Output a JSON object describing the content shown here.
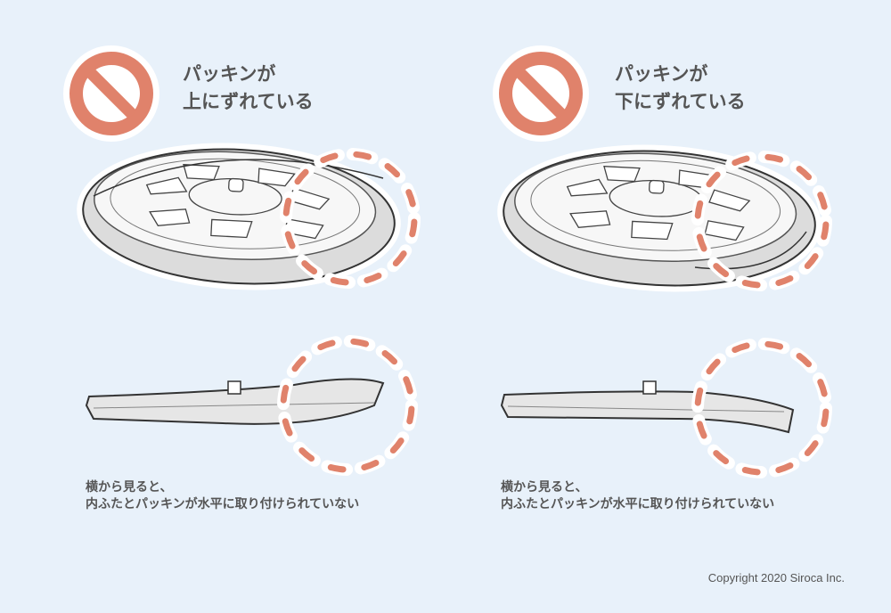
{
  "colors": {
    "background": "#e8f1fa",
    "accent": "#e0826b",
    "text": "#555555"
  },
  "panels": [
    {
      "icon": "prohibition-icon",
      "title_line1": "パッキンが",
      "title_line2": "上にずれている",
      "caption_line1": "横から見ると、",
      "caption_line2": "内ふたとパッキンが水平に取り付けられていない"
    },
    {
      "icon": "prohibition-icon",
      "title_line1": "パッキンが",
      "title_line2": "下にずれている",
      "caption_line1": "横から見ると、",
      "caption_line2": "内ふたとパッキンが水平に取り付けられていない"
    }
  ],
  "copyright": "Copyright 2020 Siroca Inc."
}
